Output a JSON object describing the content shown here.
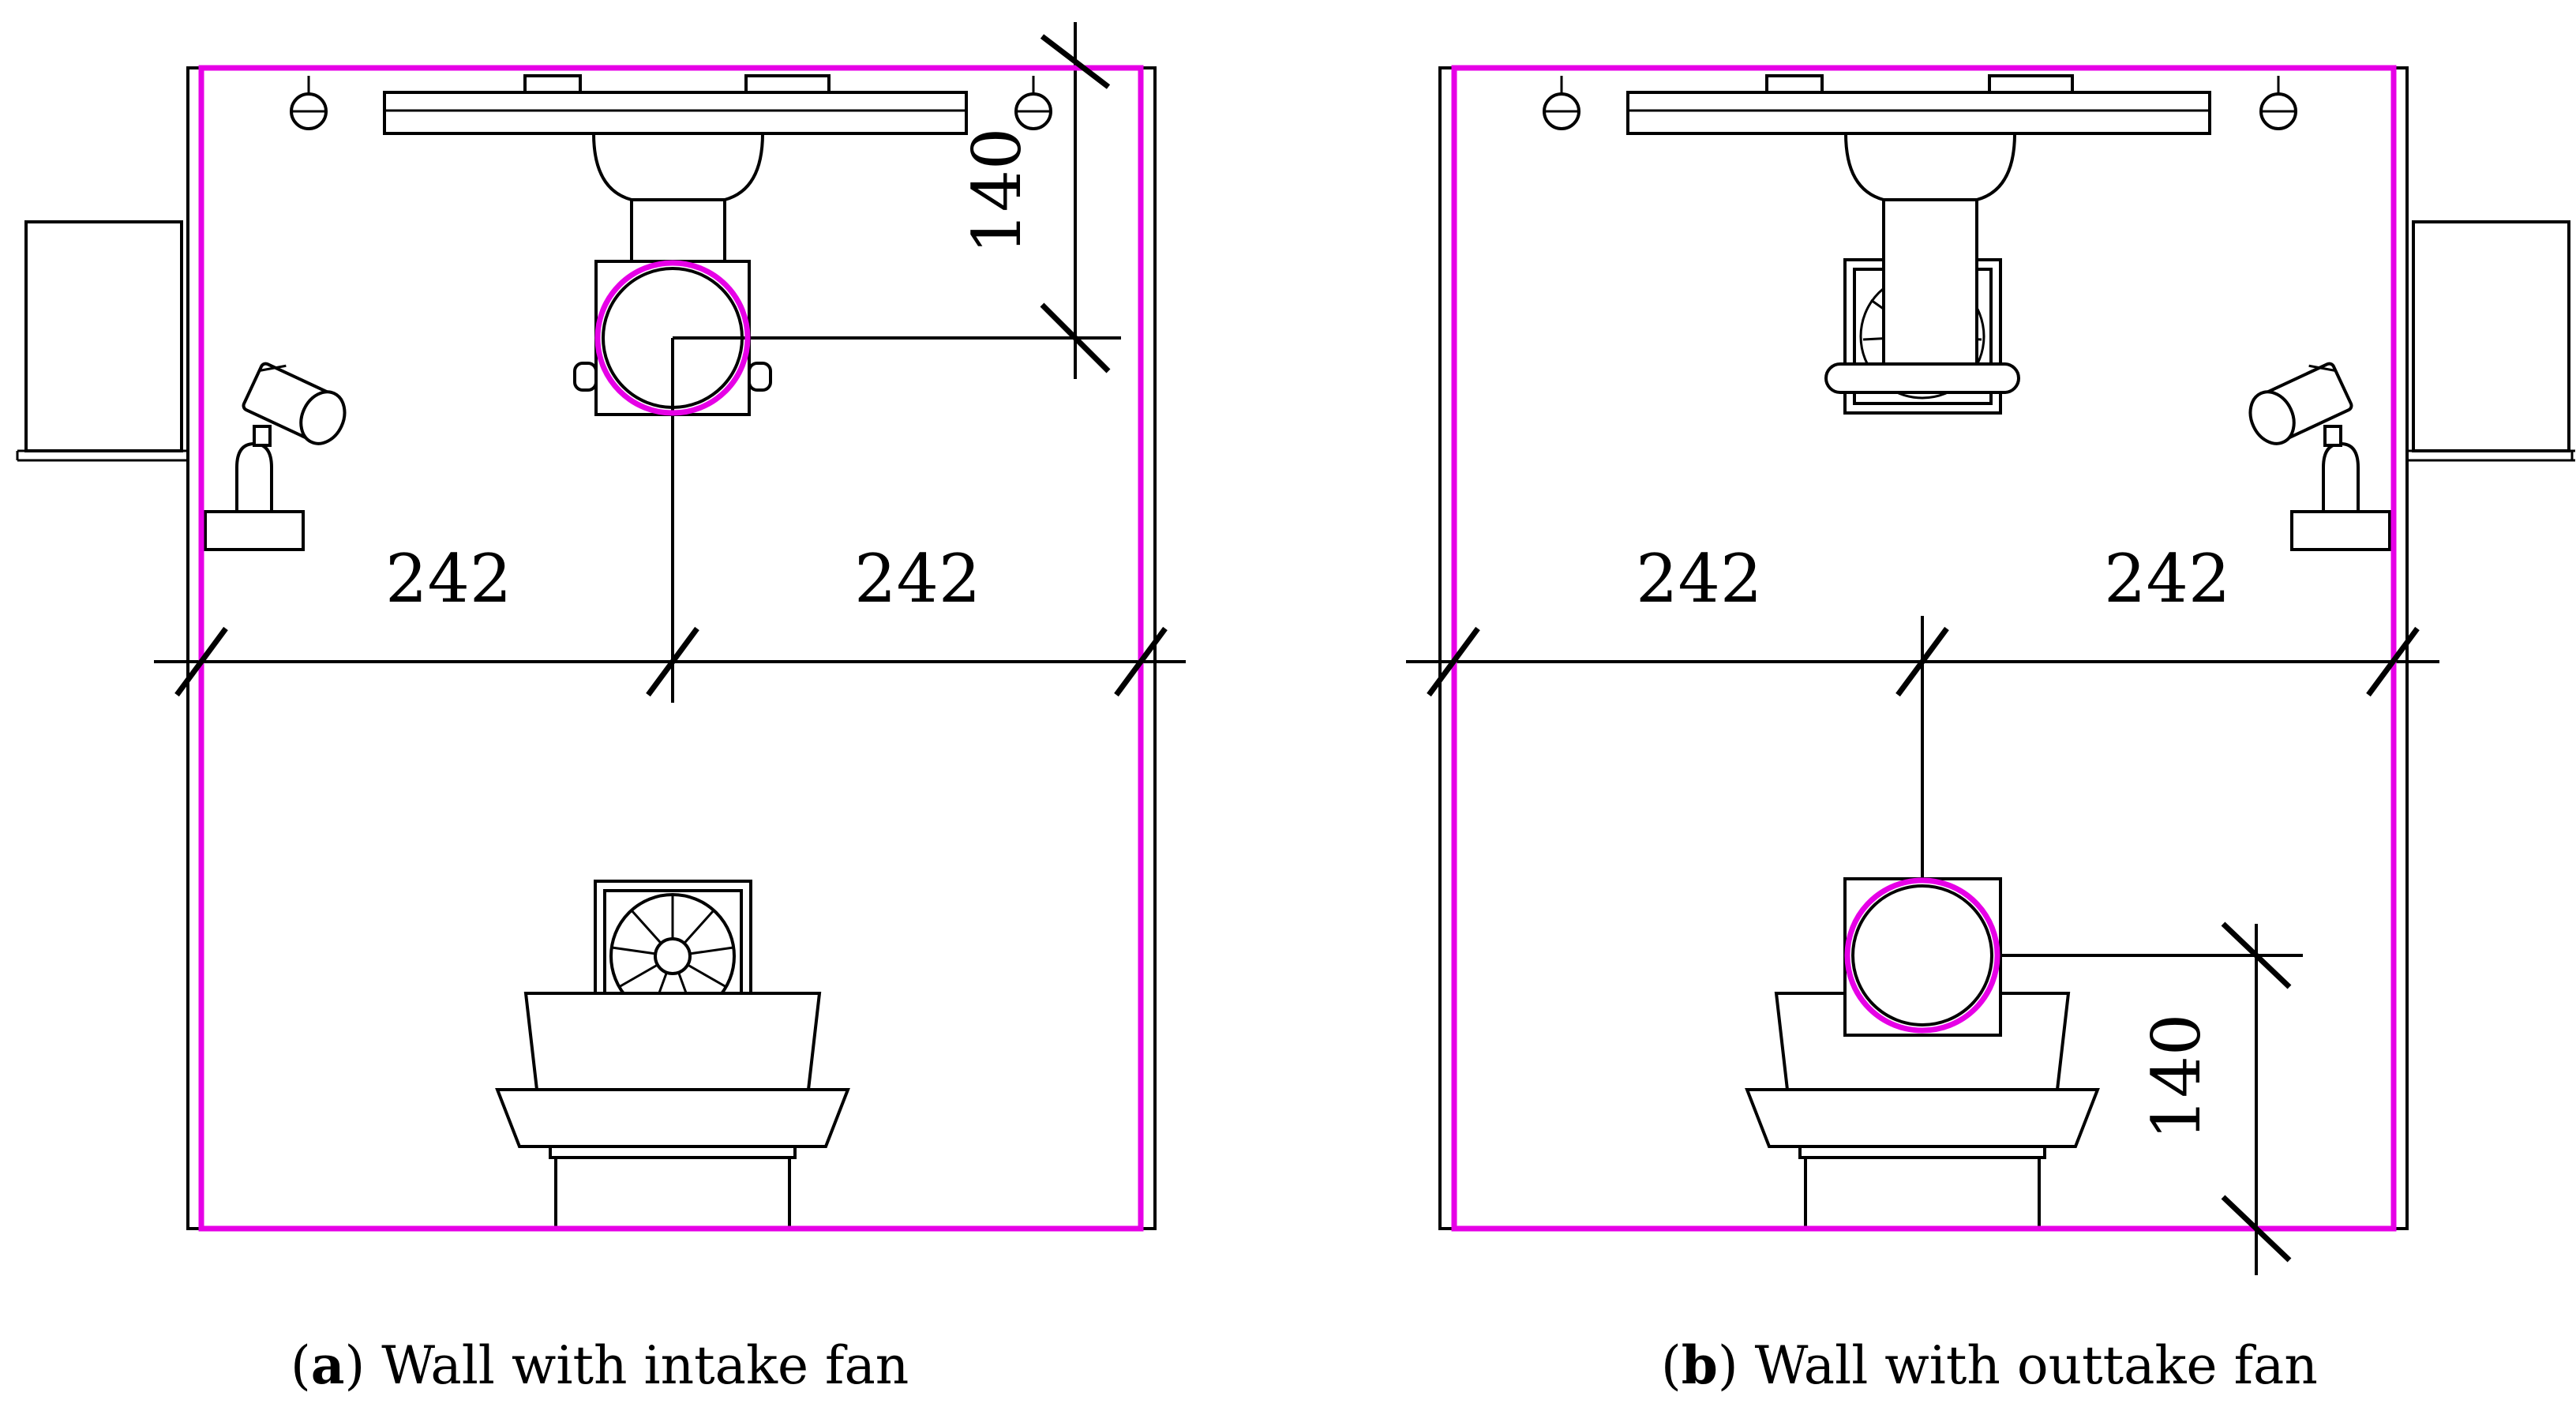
{
  "panels": [
    {
      "id": "a",
      "letter": "a",
      "caption": "Wall with intake fan",
      "dimensions": {
        "left_span": "242",
        "right_span": "242",
        "fan_offset": "140"
      }
    },
    {
      "id": "b",
      "letter": "b",
      "caption": "Wall with outtake fan",
      "dimensions": {
        "left_span": "242",
        "right_span": "242",
        "fan_offset": "140"
      }
    }
  ],
  "colors": {
    "outline": "#000000",
    "highlight": "#e600e6",
    "background": "#ffffff"
  }
}
